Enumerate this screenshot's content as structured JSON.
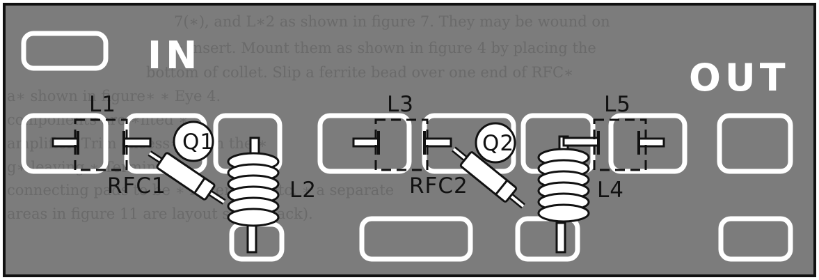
{
  "labels": {
    "in": "IN",
    "out": "OUT",
    "l1": "L1",
    "l2": "L2",
    "l3": "L3",
    "l4": "L4",
    "l5": "L5",
    "q1": "Q1",
    "q2": "Q2",
    "rfc1": "RFC1",
    "rfc2": "RFC2"
  },
  "colors": {
    "board": "#7c7c7c",
    "pad": "#ffffff",
    "ink": "#111111"
  },
  "background_text": [
    "7(∗), and L∗2 as shown in figure 7.  They may be wound on",
    "∗ insert.  Mount them as shown in figure 4 by placing the",
    "bottom of collet.  Slip a ferrite bead over one end of RFC∗",
    "a∗ shown in figure∗ ∗  Eye 4.  ",
    "components are ∗nted ∗",
    "amplifier.  Trim excess∗  ns on the ∗",
    "g∗ leaving ∗ Terminals ∗",
    "connecting pads to be ∗ for ends ∗ etc.  ∗ a separate",
    "areas in figure 11 are layout side (black)."
  ]
}
